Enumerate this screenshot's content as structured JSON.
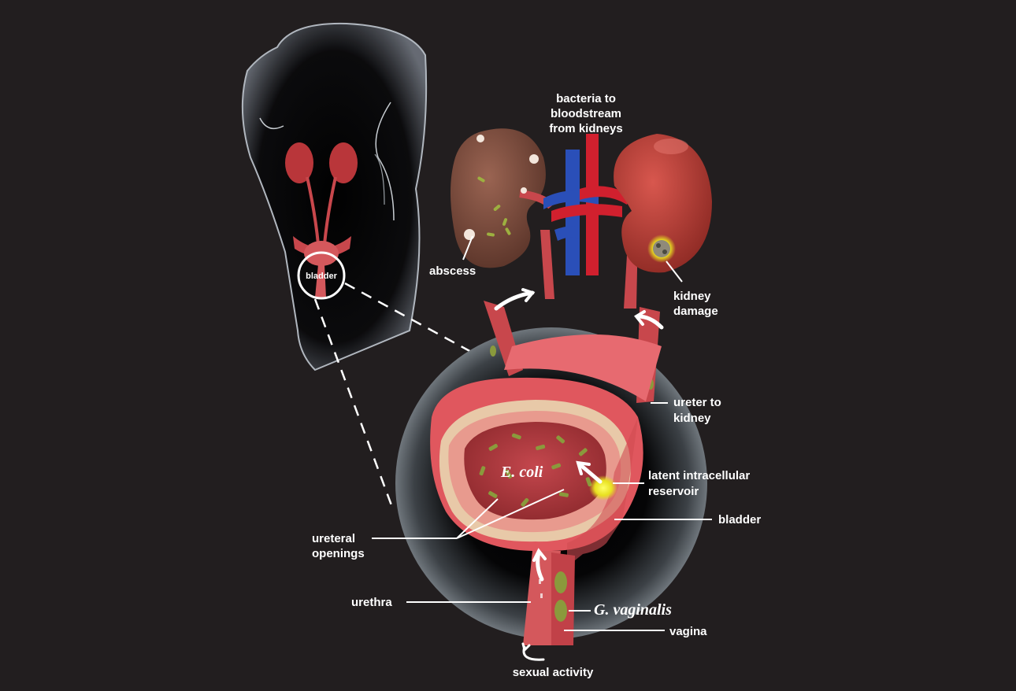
{
  "labels": {
    "body_bladder": "bladder",
    "bacteria_line1": "bacteria to",
    "bacteria_line2": "bloodstream",
    "bacteria_line3": "from kidneys",
    "abscess": "abscess",
    "kidney_damage_line1": "kidney",
    "kidney_damage_line2": "damage",
    "ureter_line1": "ureter to",
    "ureter_line2": "kidney",
    "ecoli": "E. coli",
    "latent_line1": "latent intracellular",
    "latent_line2": "reservoir",
    "bladder": "bladder",
    "ureteral_line1": "ureteral",
    "ureteral_line2": "openings",
    "urethra": "urethra",
    "gvaginalis": "G. vaginalis",
    "vagina": "vagina",
    "sexual_activity": "sexual activity"
  },
  "colors": {
    "background": "#221e1f",
    "tissue": "#e0575e",
    "kidney_healthy": "#b83a32",
    "kidney_infected": "#7a4a3c",
    "artery": "#d1202e",
    "vein": "#2a4fb8",
    "bacteria": "#8a9a3c",
    "label": "#ffffff"
  }
}
